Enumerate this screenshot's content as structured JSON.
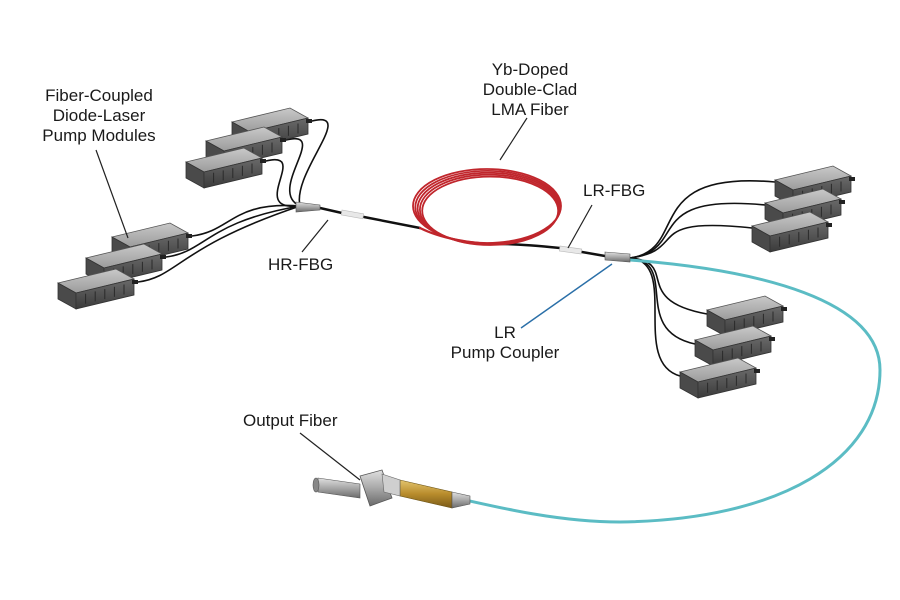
{
  "labels": {
    "pump_modules": [
      "Fiber-Coupled",
      "Diode-Laser",
      "Pump Modules"
    ],
    "gain_fiber": [
      "Yb-Doped",
      "Double-Clad",
      "LMA Fiber"
    ],
    "hr_fbg": "HR-FBG",
    "lr_fbg": "LR-FBG",
    "pump_coupler": [
      "LR",
      "Pump Coupler"
    ],
    "output_fiber": "Output Fiber"
  },
  "components": {
    "left_pump_modules": 6,
    "right_pump_modules": 6,
    "gain_fiber_loops": 5
  },
  "colors": {
    "gain_fiber": "#c0262c",
    "output_fiber": "#5bbcc4",
    "delivery_fiber": "#111111",
    "module_body": "#8a8a8a",
    "connector_brass": "#c9a44a",
    "callout_line": "#222222",
    "callout_blue": "#2a6fa8"
  }
}
